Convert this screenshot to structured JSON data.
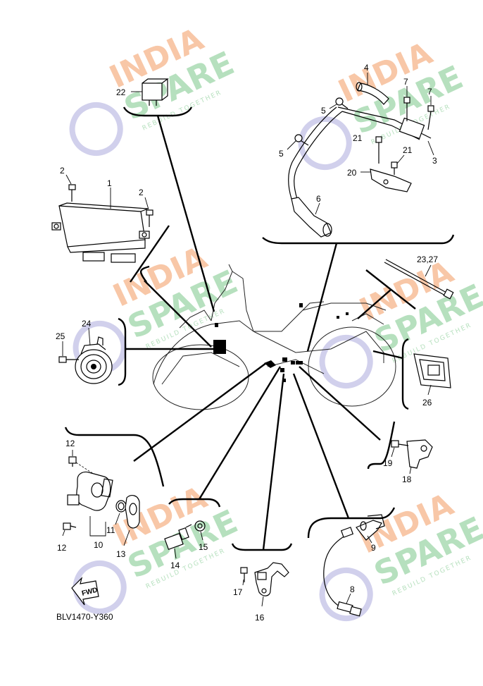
{
  "diagram_code": "BLV1470-Y360",
  "fwd_label": "FWD",
  "watermark": {
    "line1": "INDIA",
    "line2": "SPARE",
    "tagline": "REBUILD TOGETHER",
    "colors": {
      "orange": "#f6b48a",
      "green": "#9ed6a8",
      "purple": "#c2c0e6"
    }
  },
  "callouts": {
    "c1": "1",
    "c2a": "2",
    "c2b": "2",
    "c3": "3",
    "c4": "4",
    "c5a": "5",
    "c5b": "5",
    "c6": "6",
    "c7a": "7",
    "c7b": "7",
    "c8": "8",
    "c9": "9",
    "c10": "10",
    "c11": "11",
    "c12a": "12",
    "c12b": "12",
    "c13": "13",
    "c14": "14",
    "c15": "15",
    "c16": "16",
    "c17": "17",
    "c18": "18",
    "c19": "19",
    "c20": "20",
    "c21a": "21",
    "c21b": "21",
    "c22": "22",
    "c2327": "23,27",
    "c24": "24",
    "c25": "25",
    "c26": "26"
  }
}
